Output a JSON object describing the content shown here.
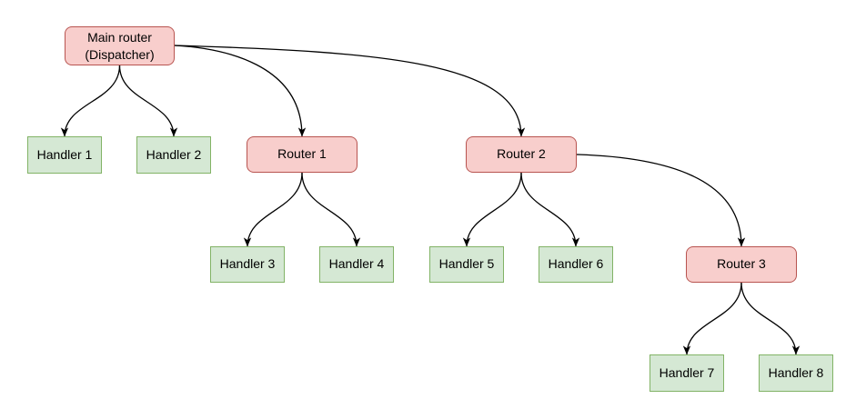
{
  "nodes": {
    "main": {
      "label_line1": "Main router",
      "label_line2": "(Dispatcher)",
      "type": "router"
    },
    "router1": {
      "label": "Router 1",
      "type": "router"
    },
    "router2": {
      "label": "Router 2",
      "type": "router"
    },
    "router3": {
      "label": "Router 3",
      "type": "router"
    },
    "handler1": {
      "label": "Handler 1",
      "type": "handler"
    },
    "handler2": {
      "label": "Handler 2",
      "type": "handler"
    },
    "handler3": {
      "label": "Handler 3",
      "type": "handler"
    },
    "handler4": {
      "label": "Handler 4",
      "type": "handler"
    },
    "handler5": {
      "label": "Handler 5",
      "type": "handler"
    },
    "handler6": {
      "label": "Handler 6",
      "type": "handler"
    },
    "handler7": {
      "label": "Handler 7",
      "type": "handler"
    },
    "handler8": {
      "label": "Handler 8",
      "type": "handler"
    }
  },
  "edges": [
    {
      "from": "main",
      "to": "handler1"
    },
    {
      "from": "main",
      "to": "handler2"
    },
    {
      "from": "main",
      "to": "router1"
    },
    {
      "from": "main",
      "to": "router2"
    },
    {
      "from": "router1",
      "to": "handler3"
    },
    {
      "from": "router1",
      "to": "handler4"
    },
    {
      "from": "router2",
      "to": "handler5"
    },
    {
      "from": "router2",
      "to": "handler6"
    },
    {
      "from": "router2",
      "to": "router3"
    },
    {
      "from": "router3",
      "to": "handler7"
    },
    {
      "from": "router3",
      "to": "handler8"
    }
  ],
  "colors": {
    "router_fill": "#f8cecc",
    "router_stroke": "#b85450",
    "handler_fill": "#d5e8d4",
    "handler_stroke": "#82b366",
    "edge_stroke": "#000000",
    "background": "#ffffff"
  }
}
